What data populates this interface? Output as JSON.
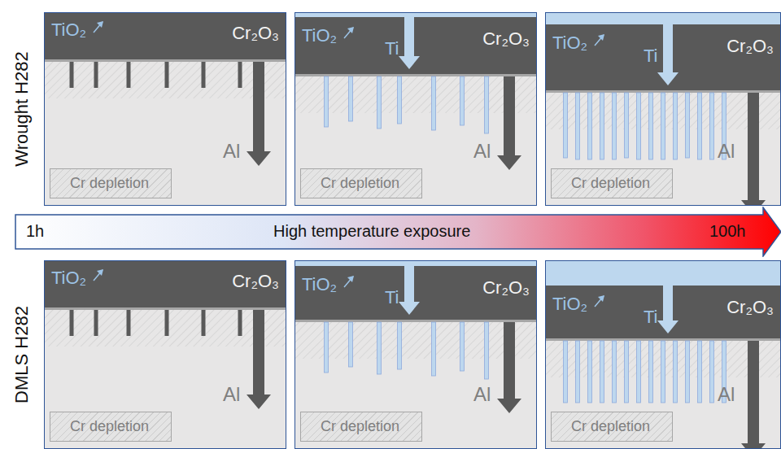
{
  "diagram": {
    "nodes": [
      {
        "text": [
          "TiO₂",
          "Cr₂O₃",
          "Al"
        ]
      },
      {
        "text": [
          "Cr depletion"
        ],
        "in": 0
      },
      {
        "text": [
          "TiO₂",
          "Ti",
          "Cr₂O₃",
          "Al"
        ]
      },
      {
        "text": [
          "Cr depletion"
        ],
        "in": 2
      },
      {
        "text": [
          "TiO₂",
          "Ti",
          "Cr₂O₃",
          "Al"
        ]
      },
      {
        "text": [
          "Cr depletion"
        ],
        "in": 4
      },
      {
        "text": [
          "1h",
          "High temperature exposure",
          "100h"
        ]
      },
      {
        "text": [
          "TiO₂",
          "Cr₂O₃",
          "Al"
        ]
      },
      {
        "text": [
          "Cr depletion"
        ],
        "in": 7
      },
      {
        "text": [
          "TiO₂",
          "Ti",
          "Cr₂O₃",
          "Al"
        ]
      },
      {
        "text": [
          "Cr depletion"
        ],
        "in": 9
      },
      {
        "text": [
          "TiO₂",
          "Ti",
          "Cr₂O₃",
          "Al"
        ]
      },
      {
        "text": [
          "Cr depletion"
        ],
        "in": 11
      }
    ],
    "labels": [
      "Wrought H282",
      "DMLS H282"
    ]
  }
}
